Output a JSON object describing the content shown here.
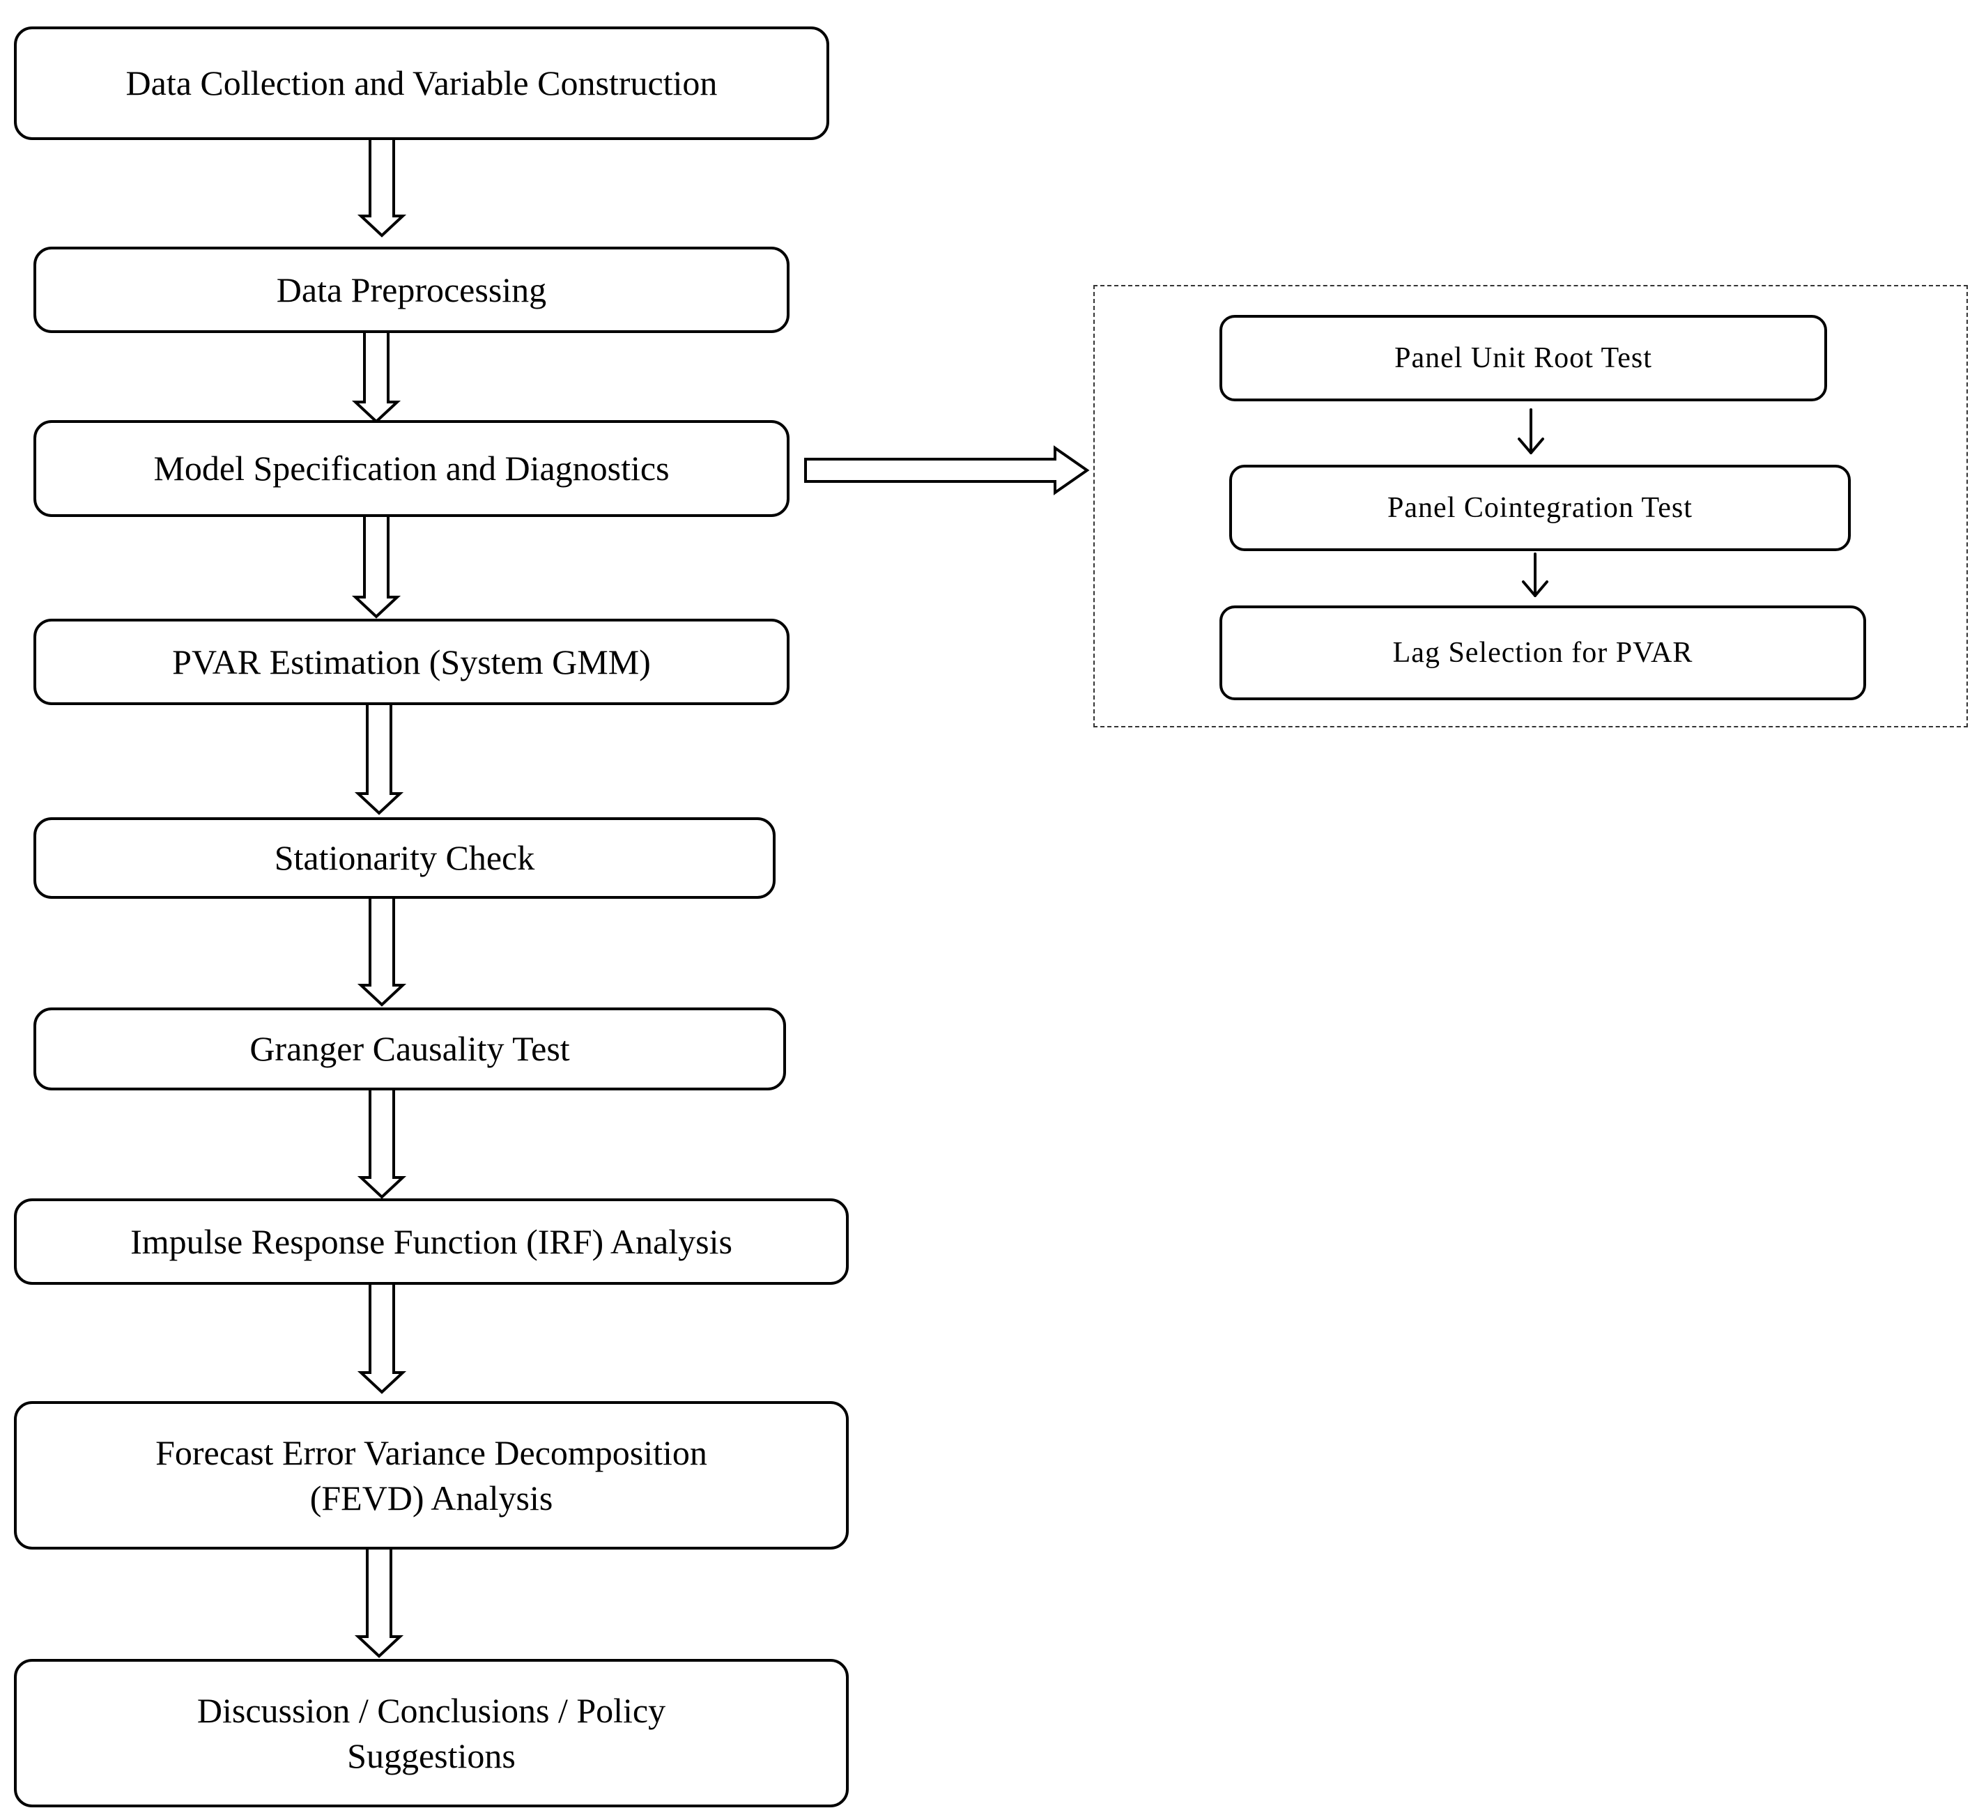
{
  "main_flow": {
    "steps": [
      {
        "label": "Data Collection and Variable Construction"
      },
      {
        "label": "Data Preprocessing"
      },
      {
        "label": "Model Specification and Diagnostics"
      },
      {
        "label": "PVAR Estimation (System GMM)"
      },
      {
        "label": "Stationarity Check"
      },
      {
        "label": "Granger Causality Test"
      },
      {
        "label": "Impulse Response Function (IRF) Analysis"
      },
      {
        "label": "Forecast Error Variance Decomposition",
        "label2": "(FEVD) Analysis"
      },
      {
        "label": "Discussion / Conclusions / Policy",
        "label2": "Suggestions"
      }
    ]
  },
  "diagnostics_group": {
    "steps": [
      {
        "label": "Panel Unit Root Test"
      },
      {
        "label": "Panel Cointegration Test"
      },
      {
        "label": "Lag Selection for PVAR"
      }
    ]
  }
}
